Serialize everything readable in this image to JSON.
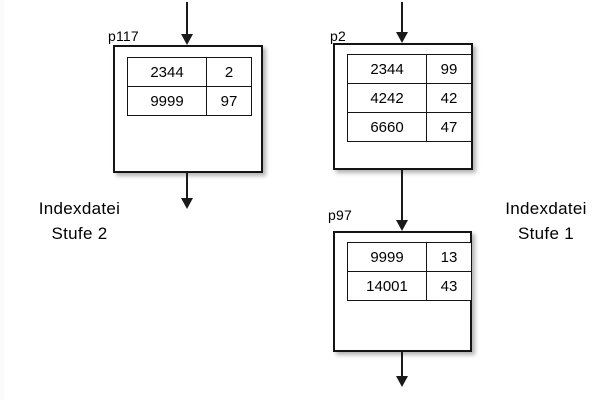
{
  "diagram": {
    "title": "Indexdatei Stufenschema",
    "background_color": "#ffffff",
    "line_color": "#141414"
  },
  "captions": {
    "left": {
      "line1": "Indexdatei",
      "line2": "Stufe 2"
    },
    "right": {
      "line1": "Indexdatei",
      "line2": "Stufe 1"
    }
  },
  "pages": [
    {
      "id": "p117",
      "label": "p117",
      "rows": [
        {
          "key": "2344",
          "pointer": "2"
        },
        {
          "key": "9999",
          "pointer": "97"
        }
      ]
    },
    {
      "id": "p2",
      "label": "p2",
      "rows": [
        {
          "key": "2344",
          "pointer": "99"
        },
        {
          "key": "4242",
          "pointer": "42"
        },
        {
          "key": "6660",
          "pointer": "47"
        }
      ]
    },
    {
      "id": "p97",
      "label": "p97",
      "rows": [
        {
          "key": "9999",
          "pointer": "13"
        },
        {
          "key": "14001",
          "pointer": "43"
        }
      ]
    }
  ],
  "arrows": [
    {
      "name": "arrow-into-p117"
    },
    {
      "name": "arrow-out-of-p117"
    },
    {
      "name": "arrow-into-p2"
    },
    {
      "name": "arrow-p2-to-p97"
    },
    {
      "name": "arrow-out-of-p97"
    }
  ]
}
